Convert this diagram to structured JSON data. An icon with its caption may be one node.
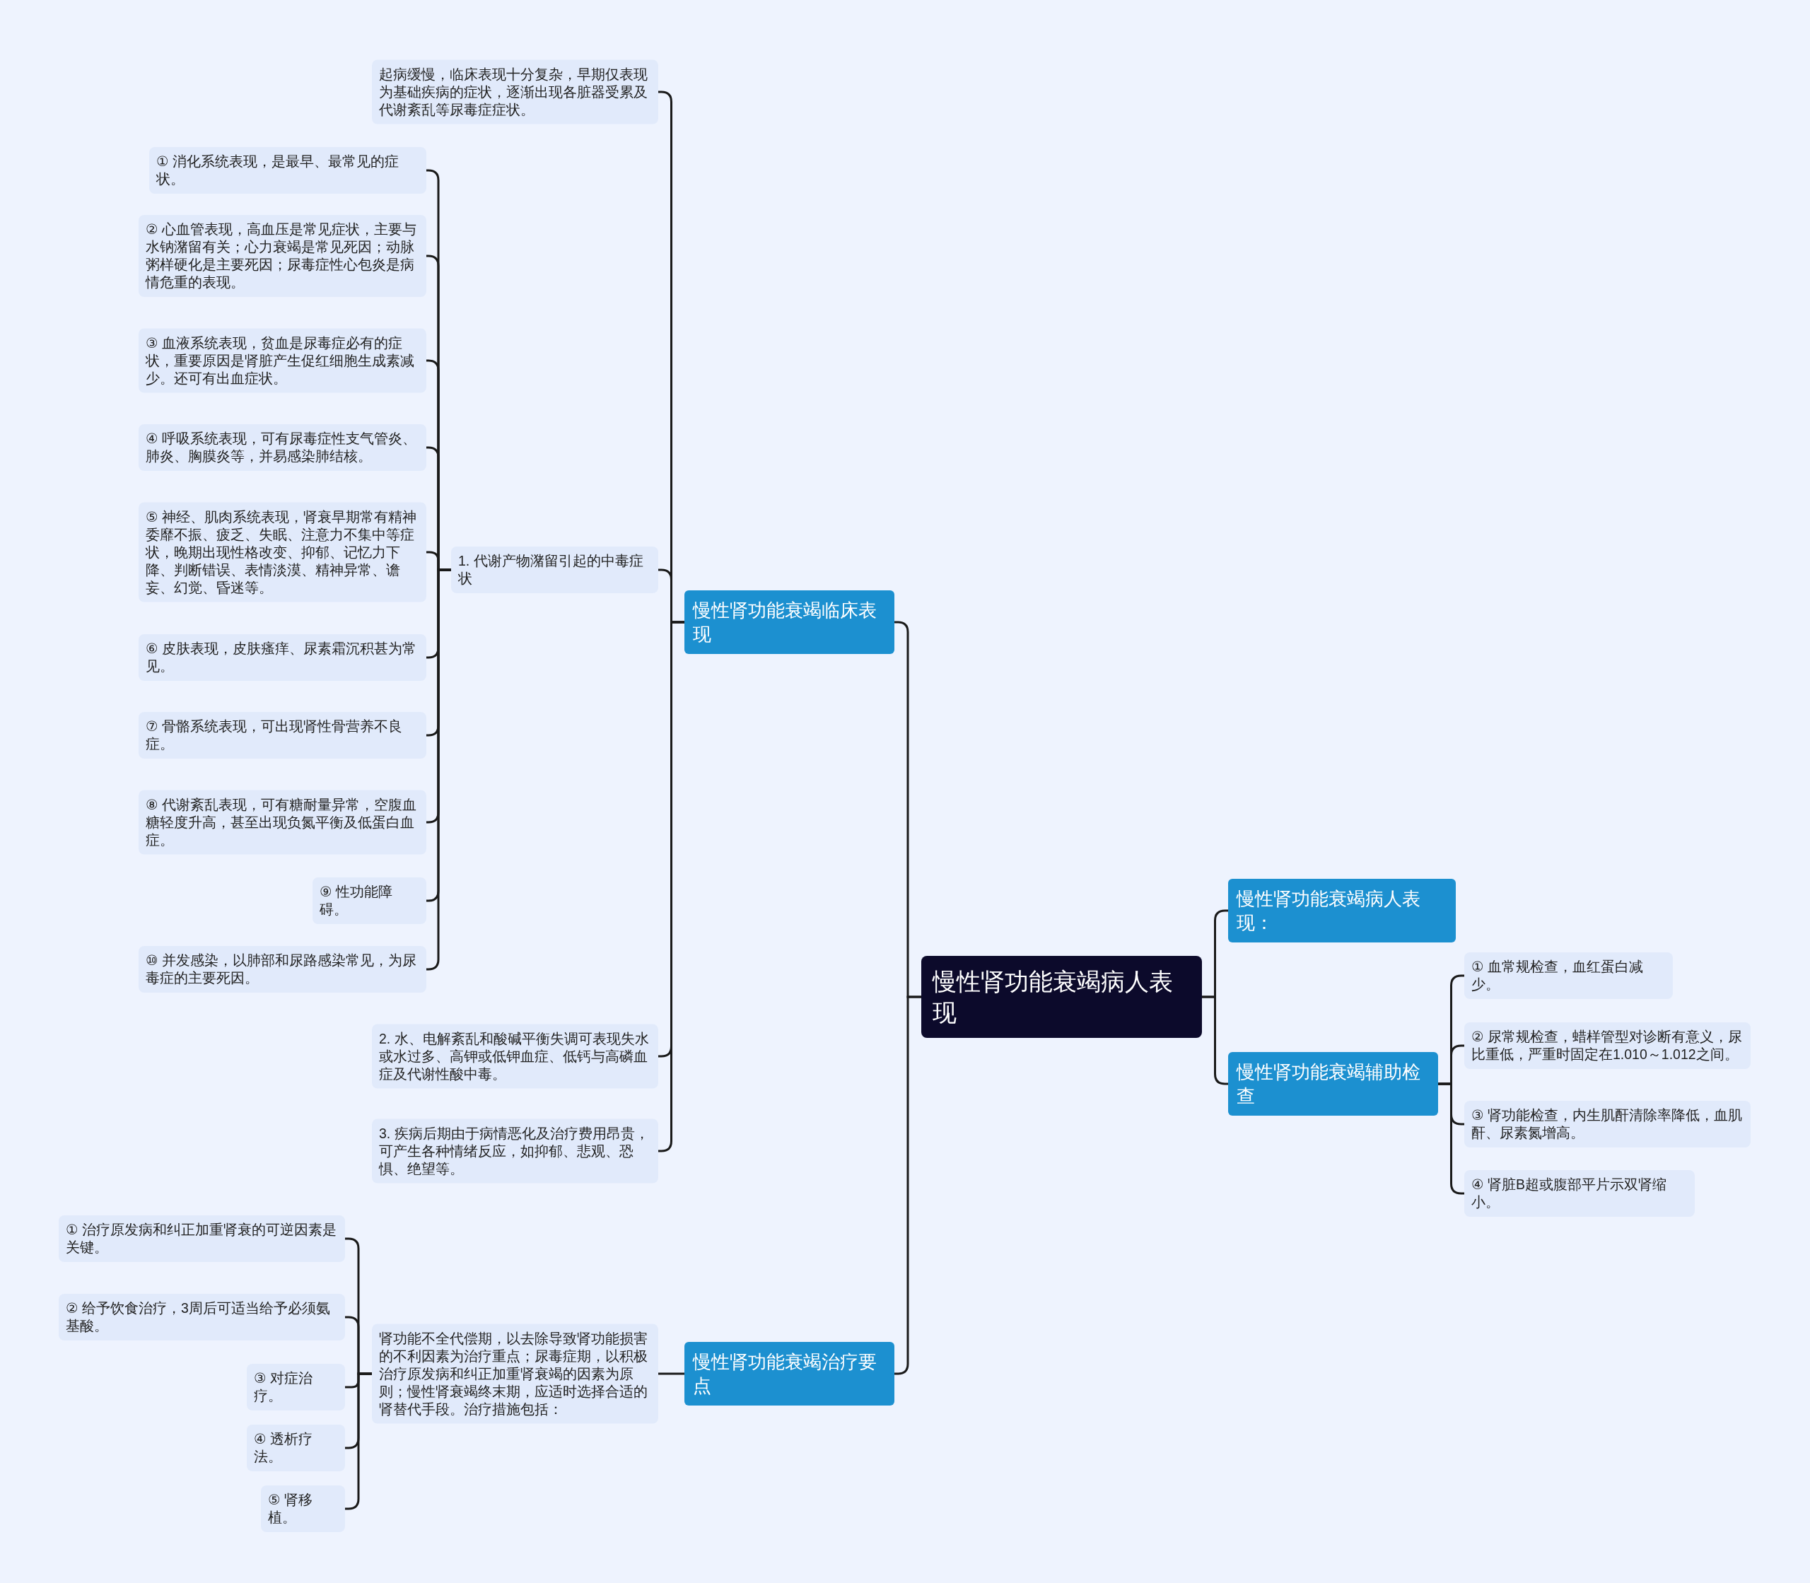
{
  "diagram": {
    "nodes": [
      {
        "text": [
          "慢性肾功能衰竭病人表现"
        ]
      },
      {
        "text": [
          "慢性肾功能衰竭临床表现"
        ]
      },
      {
        "text": [
          "慢性肾功能衰竭病人表现："
        ]
      },
      {
        "text": [
          "慢性肾功能衰竭辅助检查"
        ]
      },
      {
        "text": [
          "慢性肾功能衰竭治疗要点"
        ]
      },
      {
        "text": [
          "起病缓慢，临床表现十分复杂，早期仅表现为基础疾病的症状，逐渐出现各脏器受累及代谢紊乱等尿毒症症状。"
        ]
      },
      {
        "text": [
          "1. 代谢产物潴留引起的中毒症状"
        ]
      },
      {
        "text": [
          "① 消化系统表现，是最早、最常见的症状。"
        ]
      },
      {
        "text": [
          "② 心血管表现，高血压是常见症状，主要与水钠潴留有关；心力衰竭是常见死因；动脉粥样硬化是主要死因；尿毒症性心包炎是病情危重的表现。"
        ]
      },
      {
        "text": [
          "③ 血液系统表现，贫血是尿毒症必有的症状，重要原因是肾脏产生促红细胞生成素减少。还可有出血症状。"
        ]
      },
      {
        "text": [
          "④ 呼吸系统表现，可有尿毒症性支气管炎、肺炎、胸膜炎等，并易感染肺结核。"
        ]
      },
      {
        "text": [
          "⑤ 神经、肌肉系统表现，肾衰早期常有精神委靡不振、疲乏、失眠、注意力不集中等症状，晚期出现性格改变、抑郁、记忆力下降、判断错误、表情淡漠、精神异常、谵妄、幻觉、昏迷等。"
        ]
      },
      {
        "text": [
          "⑥ 皮肤表现，皮肤瘙痒、尿素霜沉积甚为常见。"
        ]
      },
      {
        "text": [
          "⑦ 骨骼系统表现，可出现肾性骨营养不良症。"
        ]
      },
      {
        "text": [
          "⑧ 代谢紊乱表现，可有糖耐量异常，空腹血糖轻度升高，甚至出现负氮平衡及低蛋白血症。"
        ]
      },
      {
        "text": [
          "⑨ 性功能障碍。"
        ]
      },
      {
        "text": [
          "⑩ 并发感染，以肺部和尿路感染常见，为尿毒症的主要死因。"
        ]
      },
      {
        "text": [
          "2. 水、电解紊乱和酸碱平衡失调可表现失水或水过多、高钾或低钾血症、低钙与高磷血症及代谢性酸中毒。"
        ]
      },
      {
        "text": [
          "3. 疾病后期由于病情恶化及治疗费用昂贵，可产生各种情绪反应，如抑郁、悲观、恐惧、绝望等。"
        ]
      },
      {
        "text": [
          "① 血常规检查，血红蛋白减少。"
        ]
      },
      {
        "text": [
          "② 尿常规检查，蜡样管型对诊断有意义，尿比重低，严重时固定在1.010～1.012之间。"
        ]
      },
      {
        "text": [
          "③ 肾功能检查，内生肌酐清除率降低，血肌酐、尿素氮增高。"
        ]
      },
      {
        "text": [
          "④ 肾脏B超或腹部平片示双肾缩小。"
        ]
      },
      {
        "text": [
          "肾功能不全代偿期，以去除导致肾功能损害的不利因素为治疗重点；尿毒症期，以积极治疗原发病和纠正加重肾衰竭的因素为原则；慢性肾衰竭终末期，应适时选择合适的肾替代手段。治疗措施包括："
        ]
      },
      {
        "text": [
          "① 治疗原发病和纠正加重肾衰的可逆因素是关键。"
        ]
      },
      {
        "text": [
          "② 给予饮食治疗，3周后可适当给予必须氨基酸。"
        ]
      },
      {
        "text": [
          "③ 对症治疗。"
        ]
      },
      {
        "text": [
          "④ 透析疗法。"
        ]
      },
      {
        "text": [
          "⑤ 肾移植。"
        ]
      }
    ],
    "edges": [
      {
        "from": 0,
        "to": 1,
        "arrow": "none"
      },
      {
        "from": 0,
        "to": 2,
        "arrow": "none"
      },
      {
        "from": 0,
        "to": 3,
        "arrow": "none"
      },
      {
        "from": 0,
        "to": 4,
        "arrow": "none"
      },
      {
        "from": 1,
        "to": 5,
        "arrow": "none"
      },
      {
        "from": 1,
        "to": 6,
        "arrow": "none"
      },
      {
        "from": 1,
        "to": 17,
        "arrow": "none"
      },
      {
        "from": 1,
        "to": 18,
        "arrow": "none"
      },
      {
        "from": 6,
        "to": 7,
        "arrow": "none"
      },
      {
        "from": 6,
        "to": 8,
        "arrow": "none"
      },
      {
        "from": 6,
        "to": 9,
        "arrow": "none"
      },
      {
        "from": 6,
        "to": 10,
        "arrow": "none"
      },
      {
        "from": 6,
        "to": 11,
        "arrow": "none"
      },
      {
        "from": 6,
        "to": 12,
        "arrow": "none"
      },
      {
        "from": 6,
        "to": 13,
        "arrow": "none"
      },
      {
        "from": 6,
        "to": 14,
        "arrow": "none"
      },
      {
        "from": 6,
        "to": 15,
        "arrow": "none"
      },
      {
        "from": 6,
        "to": 16,
        "arrow": "none"
      },
      {
        "from": 3,
        "to": 19,
        "arrow": "none"
      },
      {
        "from": 3,
        "to": 20,
        "arrow": "none"
      },
      {
        "from": 3,
        "to": 21,
        "arrow": "none"
      },
      {
        "from": 3,
        "to": 22,
        "arrow": "none"
      },
      {
        "from": 4,
        "to": 23,
        "arrow": "none"
      },
      {
        "from": 23,
        "to": 24,
        "arrow": "none"
      },
      {
        "from": 23,
        "to": 25,
        "arrow": "none"
      },
      {
        "from": 23,
        "to": 26,
        "arrow": "none"
      },
      {
        "from": 23,
        "to": 27,
        "arrow": "none"
      },
      {
        "from": 23,
        "to": 28,
        "arrow": "none"
      }
    ]
  }
}
